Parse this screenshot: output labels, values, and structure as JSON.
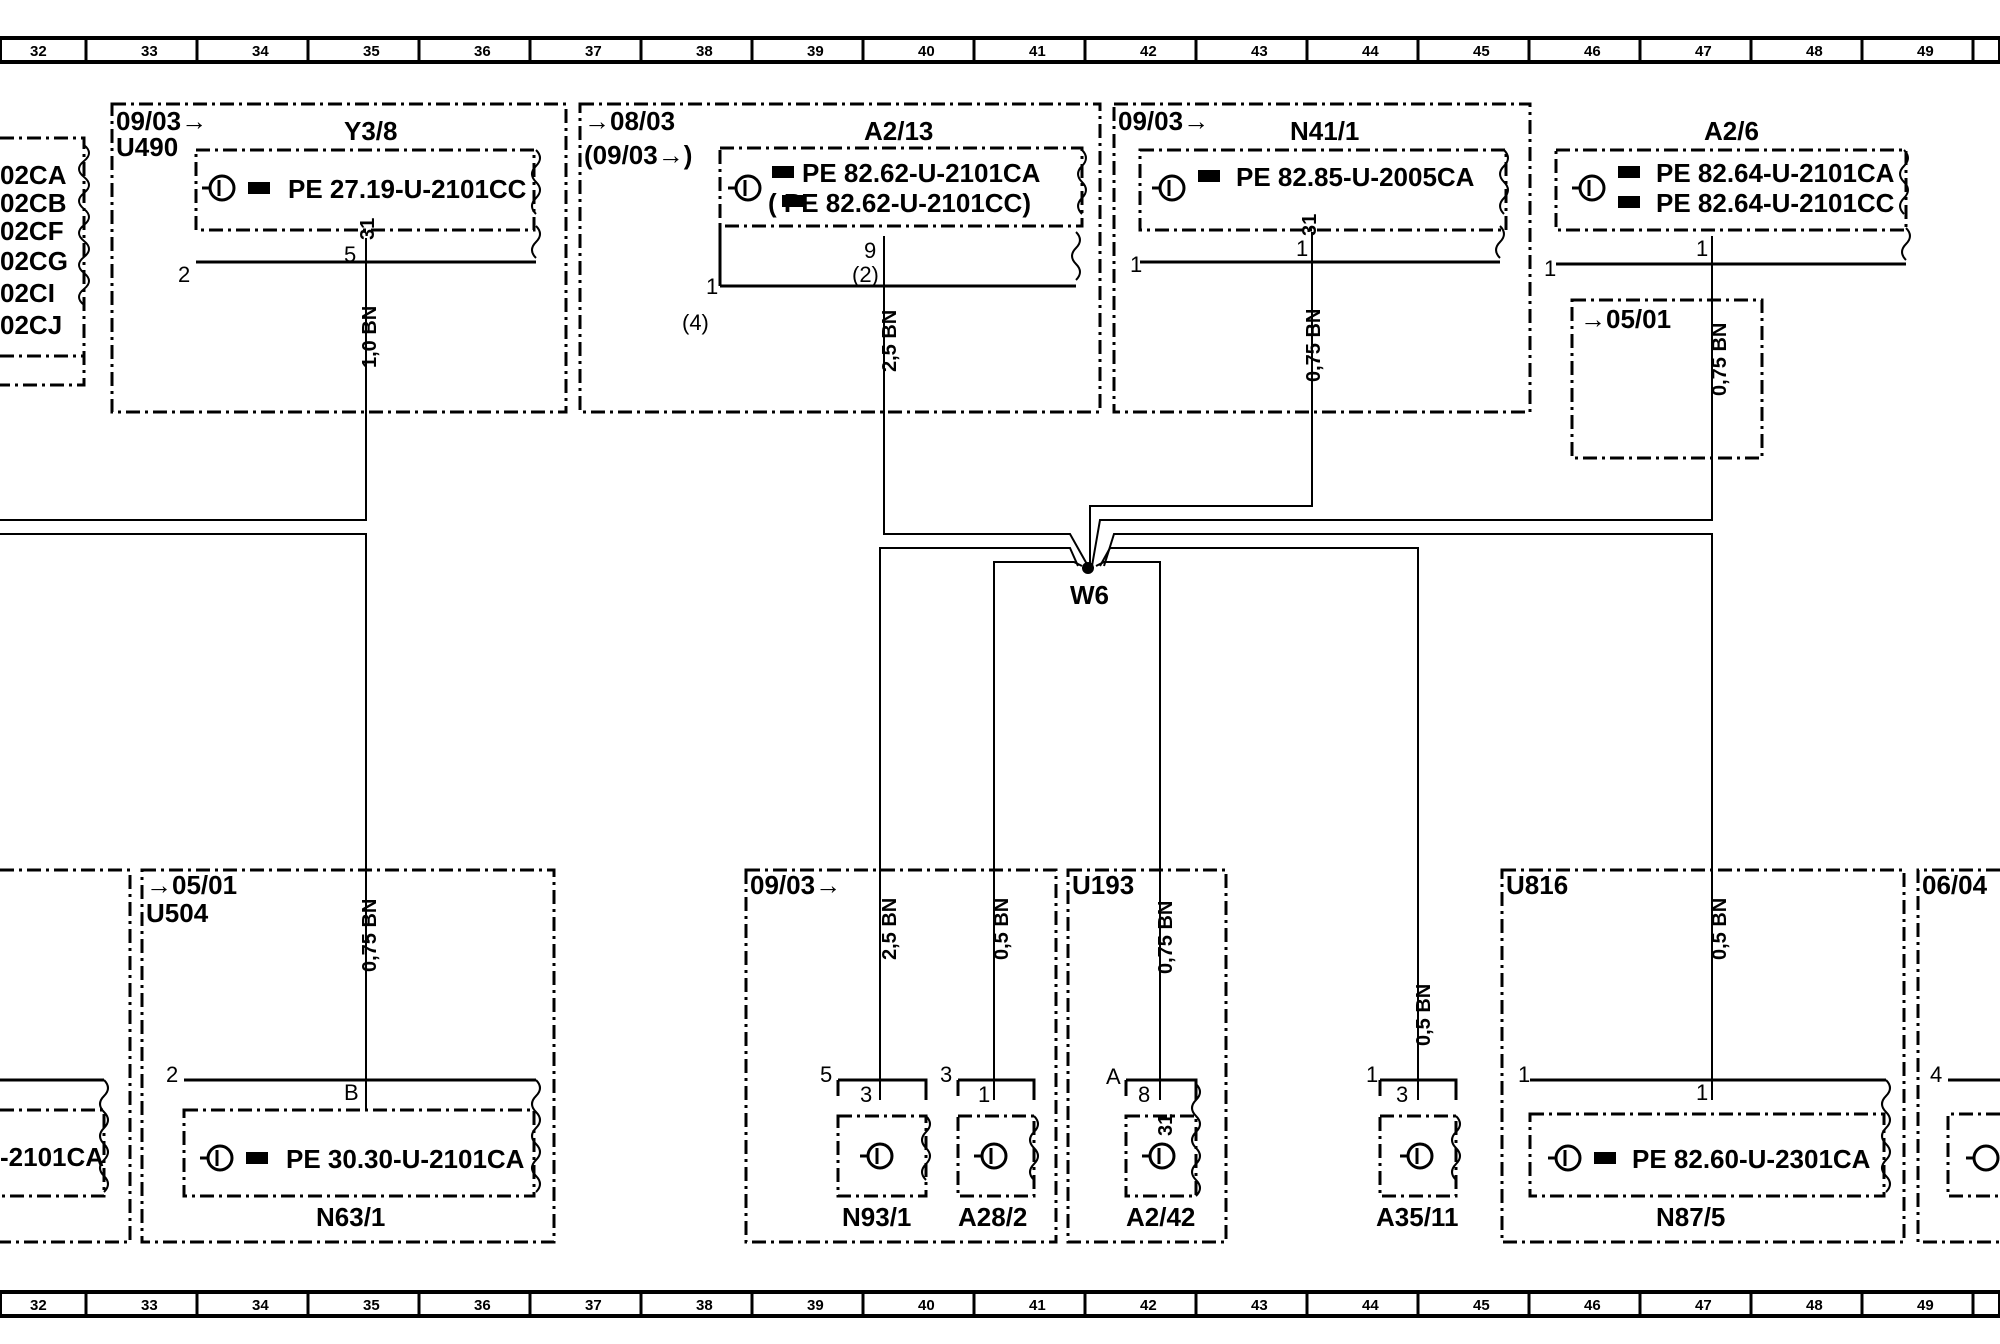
{
  "ruler": {
    "columns": [
      "32",
      "33",
      "34",
      "35",
      "36",
      "37",
      "38",
      "39",
      "40",
      "41",
      "42",
      "43",
      "44",
      "45",
      "46",
      "47",
      "48",
      "49"
    ]
  },
  "top": {
    "left_partial": {
      "codes": [
        "02CA",
        "02CB",
        "02CF",
        "02CG",
        "02CI",
        "02CJ"
      ]
    },
    "y38": {
      "name": "Y3/8",
      "date": "09/03→",
      "variant": "U490",
      "pe": "PE  27.19-U-2101CC",
      "outer_pin": "2",
      "pin": "5",
      "term": "31",
      "wire": "1,0 BN"
    },
    "a213": {
      "name": "A2/13",
      "date": "→08/03",
      "date2": "(09/03→)",
      "pe1": "PE  82.62-U-2101CA",
      "pe2": "(    PE  82.62-U-2101CC)",
      "outer_pin": "1",
      "outer_pin_alt": "(4)",
      "pin": "9",
      "pin_alt": "(2)",
      "wire": "2,5 BN"
    },
    "n411": {
      "name": "N41/1",
      "date": "09/03→",
      "pe": "PE  82.85-U-2005CA",
      "outer_pin": "1",
      "pin": "1",
      "term": "31",
      "wire": "0,75 BN"
    },
    "a26": {
      "name": "A2/6",
      "pe1": "PE  82.64-U-2101CA",
      "pe2": "PE  82.64-U-2101CC",
      "outer_pin": "1",
      "pin": "1",
      "date": "→05/01",
      "wire": "0,75 BN"
    }
  },
  "splice": {
    "name": "W6"
  },
  "bottom": {
    "left_partial": {
      "pe": "-2101CA"
    },
    "n631": {
      "name": "N63/1",
      "date": "→05/01",
      "variant": "U504",
      "pe": "PE  30.30-U-2101CA",
      "outer_pin": "2",
      "pin": "B",
      "wire": "0,75 BN"
    },
    "group1": {
      "date": "09/03→"
    },
    "n931": {
      "name": "N93/1",
      "outer_pin": "5",
      "pin": "3",
      "wire": "2,5 BN"
    },
    "a282": {
      "name": "A28/2",
      "outer_pin": "3",
      "pin": "1",
      "wire": "0,5 BN"
    },
    "a242": {
      "name": "A2/42",
      "variant": "U193",
      "outer_pin": "A",
      "pin": "8",
      "term": "31",
      "wire": "0,75 BN"
    },
    "a3511": {
      "name": "A35/11",
      "outer_pin": "1",
      "pin": "3",
      "wire": "0,5 BN"
    },
    "n875": {
      "name": "N87/5",
      "variant": "U816",
      "pe": "PE  82.60-U-2301CA",
      "outer_pin": "1",
      "pin": "1",
      "wire": "0,5 BN"
    },
    "right_partial": {
      "date": "06/04",
      "outer_pin": "4"
    }
  },
  "colors": {
    "ink": "#000000",
    "paper": "#ffffff"
  }
}
